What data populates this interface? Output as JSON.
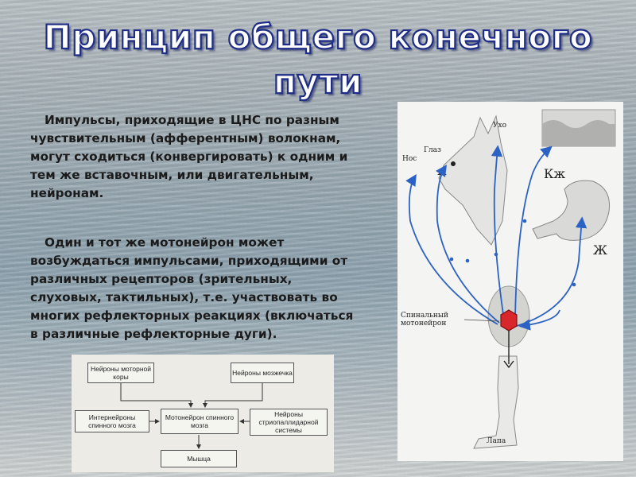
{
  "slide": {
    "title_line1": "Принцип общего конечного",
    "title_line2": "пути",
    "paragraph1": "Импульсы, приходящие в ЦНС по разным чувствительным (афферентным) волокнам, могут сходиться (конвергировать) к одним и тем же вставочным, или двигательным, нейронам.",
    "paragraph2": "Один и тот же мотонейрон может возбуждаться импульсами, приходящими от различных рецепторов (зрительных, слуховых, тактильных), т.е. участвовать во многих рефлекторных реакциях (включаться в различные рефлекторные дуги)."
  },
  "scheme": {
    "boxes": {
      "motor_cortex": "Нейроны моторной коры",
      "cerebellum": "Нейроны мозжечка",
      "interneurons": "Интернейроны спинного мозга",
      "motoneuron": "Мотонейрон спинного мозга",
      "striopallidar": "Нейроны стриопаллидарной системы",
      "muscle": "Мышца"
    }
  },
  "figure": {
    "labels": {
      "ear": "Ухо",
      "eye": "Глаз",
      "nose": "Нос",
      "skin": "Кж",
      "stomach": "Ж",
      "motoneuron": "Спинальный мотонейрон",
      "paw": "Лапа"
    },
    "colors": {
      "pathway": "#2b62c4",
      "motoneuron": "#d8262a"
    }
  }
}
